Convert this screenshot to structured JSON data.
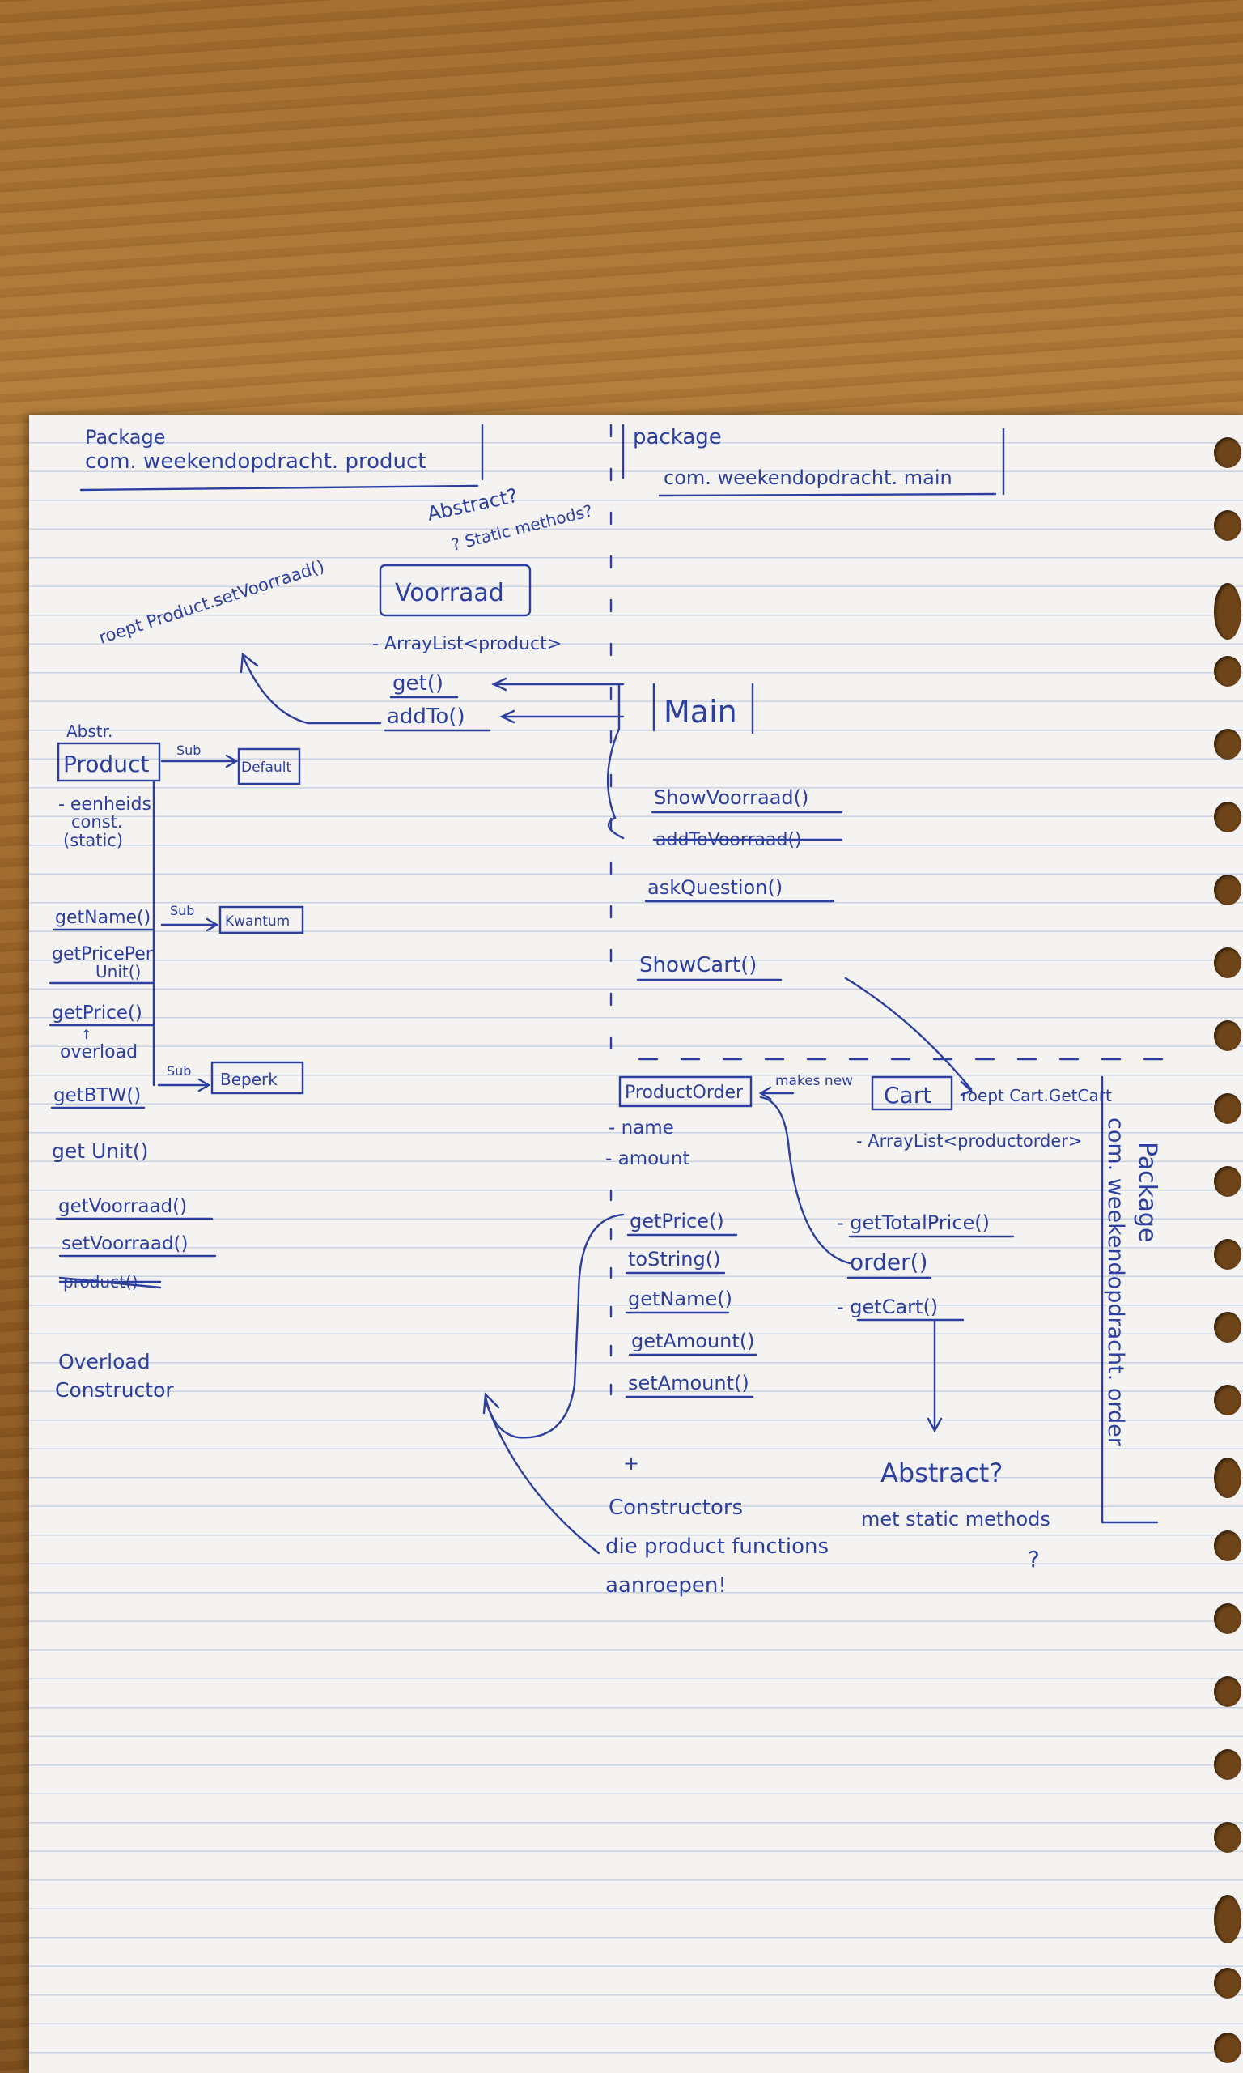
{
  "texts": {
    "pkg_product": "Package",
    "pkg_product_name": "com. weekendopdracht. product",
    "pkg_main": "package",
    "pkg_main_name": "com. weekendopdracht. main",
    "abstract_q": "Abstract?",
    "static_methods_q": "? Static methods?",
    "roept_setvoorraad": "roept Product.setVoorraad()",
    "voorraad": "Voorraad",
    "arraylist_product": "- ArrayList<product>",
    "get": "get()",
    "addto": "addTo()",
    "main": "Main",
    "showvoorraad": "ShowVoorraad()",
    "addtovoorraad": "addToVoorraad()",
    "askquestion": "askQuestion()",
    "showcart": "ShowCart()",
    "abstr": "Abstr.",
    "product": "Product",
    "sub1": "Sub",
    "default": "Default",
    "eenheids": "- eenheids",
    "const": "const.",
    "static": "(static)",
    "getname": "getName()",
    "sub2": "Sub",
    "kwantum": "Kwantum",
    "getpriceper": "getPricePer",
    "unit": "Unit()",
    "getprice": "getPrice()",
    "overload_up": "↑",
    "overload": "overload",
    "sub3": "Sub",
    "beperk": "Beperk",
    "getbtw": "getBTW()",
    "getunit": "get Unit()",
    "getvoorraad": "getVoorraad()",
    "setvoorraad": "setVoorraad()",
    "product_crossed": "product()",
    "overload_constructor_1": "Overload",
    "overload_constructor_2": "Constructor",
    "productorder": "ProductOrder",
    "makes_new": "makes new",
    "cart": "Cart",
    "roept_getcart": "roept Cart.GetCart",
    "name_field": "- name",
    "amount_field": "- amount",
    "arraylist_productorder": "- ArrayList<productorder>",
    "po_getprice": "getPrice()",
    "po_tostring": "toString()",
    "po_getname": "getName()",
    "po_getamount": "getAmount()",
    "po_setamount": "setAmount()",
    "gettotalprice": "- getTotalPrice()",
    "order": "order()",
    "getcart": "- getCart()",
    "plus": "+",
    "constructors": "Constructors",
    "die_product": "die product functions",
    "aanroepen": "aanroepen!",
    "abstract_q2": "Abstract?",
    "met_static": "met static methods",
    "qmark": "?",
    "pkg_order": "Package",
    "pkg_order_name": "com. weekendopdracht. order"
  }
}
